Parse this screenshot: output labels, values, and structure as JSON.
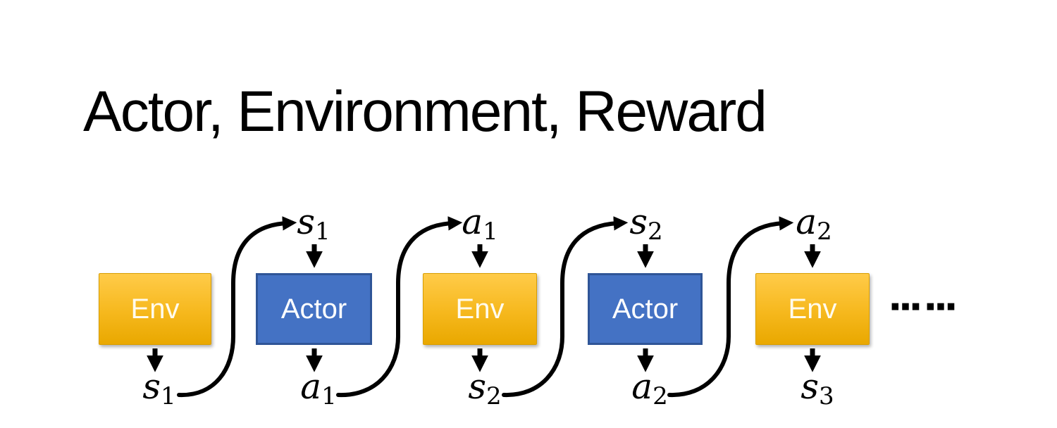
{
  "title": "Actor, Environment, Reward",
  "diagram": {
    "boxes": [
      {
        "label": "Env",
        "type": "env"
      },
      {
        "label": "Actor",
        "type": "actor"
      },
      {
        "label": "Env",
        "type": "env"
      },
      {
        "label": "Actor",
        "type": "actor"
      },
      {
        "label": "Env",
        "type": "env"
      }
    ],
    "top_labels": [
      {
        "var": "s",
        "sub": "1"
      },
      {
        "var": "a",
        "sub": "1"
      },
      {
        "var": "s",
        "sub": "2"
      },
      {
        "var": "a",
        "sub": "2"
      }
    ],
    "bottom_labels": [
      {
        "var": "s",
        "sub": "1"
      },
      {
        "var": "a",
        "sub": "1"
      },
      {
        "var": "s",
        "sub": "2"
      },
      {
        "var": "a",
        "sub": "2"
      },
      {
        "var": "s",
        "sub": "3"
      }
    ],
    "ellipsis": "……"
  },
  "colors": {
    "actor_fill": "#4472C4",
    "actor_border": "#2F5597",
    "env_gradient_top": "#FFCB49",
    "env_gradient_bottom": "#E9A800",
    "env_text": "#FFFBEE",
    "actor_text": "#FFFFFF",
    "arrow": "#000000",
    "title_text": "#000000"
  }
}
